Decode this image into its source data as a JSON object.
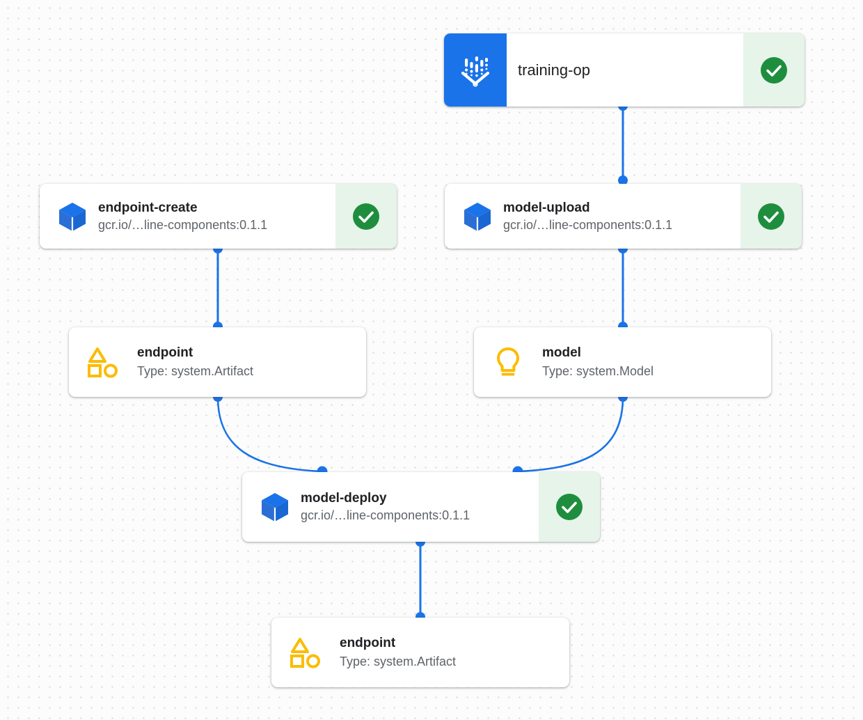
{
  "graph": {
    "background": "#fcfcfc",
    "dot_color": "#d7d7d7",
    "edge_color": "#1a73e8",
    "accent_blue": "#1a73e8",
    "status_success_color": "#1e8e3e",
    "status_pane_color": "#e6f4ea",
    "artifact_icon_color": "#fbbc04"
  },
  "nodes": {
    "training_op": {
      "title": "training-op",
      "icon": "pipeline-icon",
      "status": "success",
      "status_icon": "check-circle-icon"
    },
    "endpoint_create": {
      "title": "endpoint-create",
      "subtitle": "gcr.io/…line-components:0.1.1",
      "icon": "cube-icon",
      "status": "success",
      "status_icon": "check-circle-icon"
    },
    "model_upload": {
      "title": "model-upload",
      "subtitle": "gcr.io/…line-components:0.1.1",
      "icon": "cube-icon",
      "status": "success",
      "status_icon": "check-circle-icon"
    },
    "model_deploy": {
      "title": "model-deploy",
      "subtitle": "gcr.io/…line-components:0.1.1",
      "icon": "cube-icon",
      "status": "success",
      "status_icon": "check-circle-icon"
    },
    "endpoint_artifact_1": {
      "title": "endpoint",
      "subtitle": "Type: system.Artifact",
      "icon": "artifact-shapes-icon"
    },
    "model_artifact": {
      "title": "model",
      "subtitle": "Type: system.Model",
      "icon": "lightbulb-icon"
    },
    "endpoint_artifact_2": {
      "title": "endpoint",
      "subtitle": "Type: system.Artifact",
      "icon": "artifact-shapes-icon"
    }
  }
}
